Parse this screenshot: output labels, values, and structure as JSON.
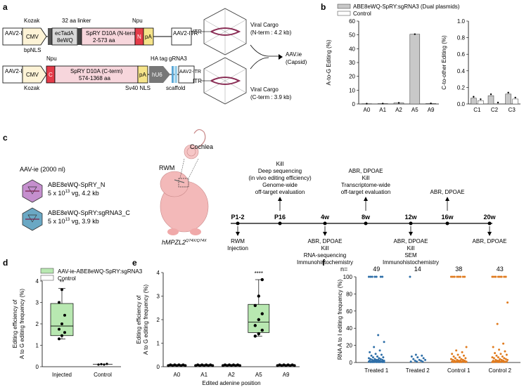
{
  "panel_labels": {
    "a": "a",
    "b": "b",
    "c": "c",
    "d": "d",
    "e": "e",
    "f": "f"
  },
  "construct1": {
    "itr_left": "AAV2-ITR",
    "cmv": "CMV",
    "kozak": "Kozak",
    "ectada": "ecTadA",
    "ectada2": "8eWQ",
    "linker": "32 aa linker",
    "bpnls": "bpNLS",
    "spry": "SpRY D10A (N-term)",
    "spry_range": "2-573 aa",
    "npu_label": "Npu",
    "npu_box": "N",
    "pa": "pA",
    "itr_right": "AAV2-ITR"
  },
  "construct2": {
    "itr_left": "AAV2-ITR",
    "cmv": "CMV",
    "kozak": "Kozak",
    "npu_label": "Npu",
    "npu_box": "C",
    "spry": "SpRY D10A (C-term)",
    "spry_range": "574-1368 aa",
    "sv40": "Sv40 NLS",
    "ha": "HA tag",
    "pa": "pA",
    "hu6": "hU6",
    "grna": "gRNA3",
    "scaffold": "scaffold",
    "itr_right": "AAV2-ITR"
  },
  "capsid": {
    "itr1": "ITR",
    "itr2": "ITR",
    "cargo1_a": "Viral Cargo",
    "cargo1_b": "(N-term : 4.2 kb)",
    "cargo2_a": "Viral Cargo",
    "cargo2_b": "(C-term : 3.9 kb)",
    "aav_a": "AAV.ie",
    "aav_b": "(Capsid)"
  },
  "chart_b1": {
    "legend": [
      "ABE8eWQ-SpRY:sgRNA3 (Dual plasmids)",
      "Control"
    ],
    "ylabel": "A-to-G Editing (%)",
    "categories": [
      "A0",
      "A1",
      "A2",
      "A5",
      "A9"
    ],
    "treated": [
      0.2,
      0.3,
      0.8,
      50.5,
      0.4
    ],
    "ylim": [
      0,
      60
    ],
    "yticks": [
      "0",
      "10",
      "20",
      "30",
      "40",
      "50",
      "60"
    ]
  },
  "chart_b2": {
    "ylabel": "C-to-other Editing (%)",
    "categories": [
      "C1",
      "C2",
      "C3"
    ],
    "treated": [
      0.07,
      0.1,
      0.12
    ],
    "control": [
      0.04,
      0.0,
      0.06
    ],
    "ylim": [
      0,
      1.0
    ],
    "yticks": [
      "0.0",
      "0.2",
      "0.4",
      "0.6",
      "0.8",
      "1.0"
    ]
  },
  "timeline": {
    "aav": "AAV-ie (2000 nl)",
    "vec1_a": "ABE8eWQ-SpRY_N",
    "vec1_b": "5 x 10",
    "vec1_exp": "13",
    "vec1_c": " vg, 4.2 kb",
    "vec2_a": "ABE8eWQ-SpRY:sgRNA3_C",
    "vec2_b": "5 x 10",
    "vec2_exp": "13",
    "vec2_c": " vg, 3.9 kb",
    "cochlea": "Cochlea",
    "rwm": "RWM",
    "mouse": "hMPZL2",
    "mouse_sup": "Q74X/Q74X",
    "points": [
      "P1-2",
      "P16",
      "4w",
      "8w",
      "12w",
      "16w",
      "20w"
    ],
    "below": [
      [
        "RWM",
        "Injection"
      ],
      [],
      [
        "ABR, DPOAE",
        "Kill",
        "RNA-sequencing",
        "Immunohistochemistry"
      ],
      [],
      [
        "ABR, DPOAE",
        "Kill",
        "SEM",
        "Immunohistochemistry"
      ],
      [],
      [
        "ABR, DPOAE"
      ]
    ],
    "above": [
      [],
      [
        "Kill",
        "Deep sequencing",
        "(in vivo editing efficiency)",
        "Genome-wide",
        "off-target evaluation"
      ],
      [],
      [
        "ABR, DPOAE",
        "Kill",
        "Transcriptome-wide",
        "off-target evaluation"
      ],
      [],
      [
        "ABR, DPOAE"
      ],
      []
    ]
  },
  "chart_d": {
    "legend": [
      "AAV-ie-ABE8eWQ-SpRY:sgRNA3",
      "Control"
    ],
    "ylabel_a": "Editing efficiency of",
    "ylabel_b": "A to G editing frequency (%)",
    "categories": [
      "Injected",
      "Control"
    ],
    "injected_points": [
      1.3,
      1.45,
      1.6,
      1.75,
      2.0,
      2.4,
      3.0,
      3.6
    ],
    "control_points": [
      0.1,
      0.12,
      0.1,
      0.13
    ],
    "box": {
      "q1": 1.45,
      "median": 1.9,
      "q3": 2.95,
      "min": 1.3,
      "max": 3.65
    },
    "star": "**",
    "ylim": [
      0,
      4
    ],
    "yticks": [
      "0",
      "1",
      "2",
      "3",
      "4"
    ]
  },
  "chart_e": {
    "ylabel_a": "Editing efficiency of",
    "ylabel_b": "A to G editing frequency (%)",
    "xlabel": "Edited adenine position",
    "categories": [
      "A0",
      "A1",
      "A2",
      "A5",
      "A9"
    ],
    "box": {
      "q1": 1.45,
      "median": 1.9,
      "q3": 2.65,
      "min": 1.3,
      "max": 3.7
    },
    "a5_points": [
      1.3,
      1.4,
      1.55,
      1.75,
      2.0,
      2.25,
      2.6,
      3.0,
      3.7
    ],
    "star": "****",
    "ylim": [
      0,
      4
    ],
    "yticks": [
      "0",
      "1",
      "2",
      "3",
      "4"
    ]
  },
  "chart_f": {
    "nlabel": "n=",
    "ns": [
      "49",
      "14",
      "38",
      "43"
    ],
    "ylabel": "RNA A to I editing frequency (%)",
    "categories": [
      "Treated 1",
      "Treated 2",
      "Control 1",
      "Control 2"
    ],
    "colors": [
      "#2f6fa8",
      "#2f6fa8",
      "#e07b1f",
      "#e07b1f"
    ],
    "ylim": [
      0,
      100
    ],
    "yticks": [
      "0",
      "20",
      "40",
      "60",
      "80",
      "100"
    ]
  }
}
